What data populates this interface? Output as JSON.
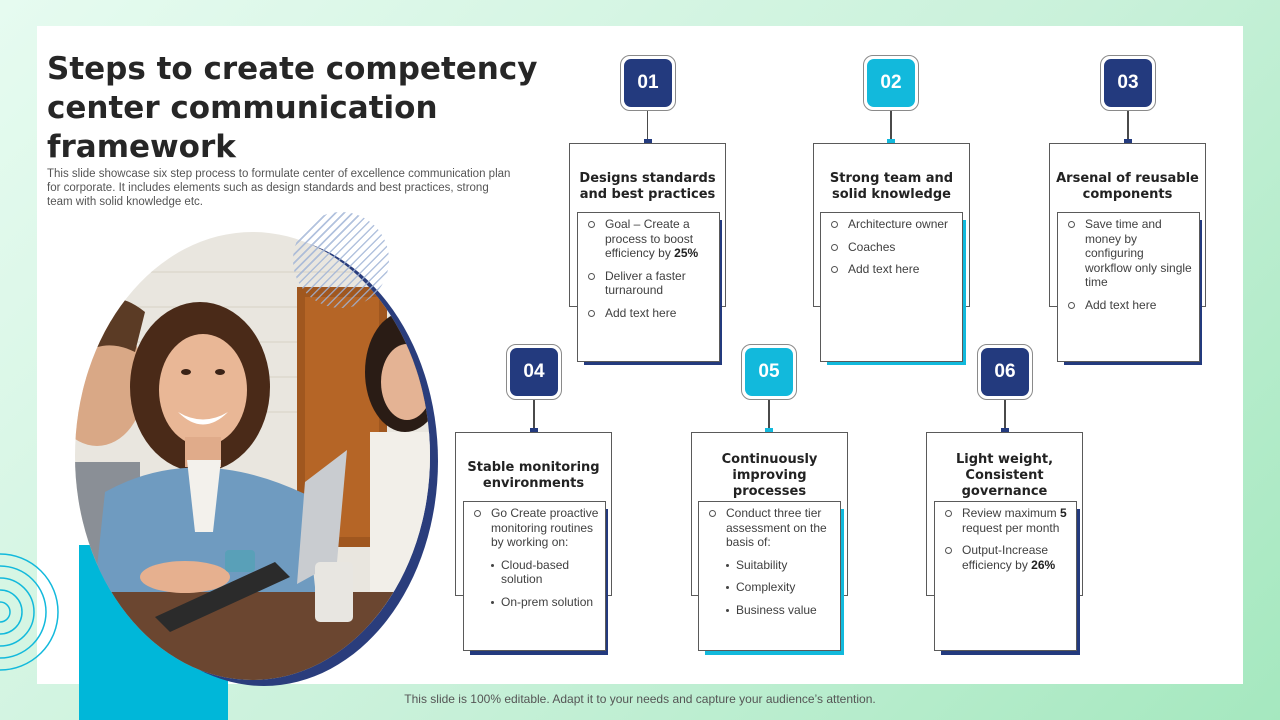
{
  "title": "Steps to create competency center communication framework",
  "subtitle": "This slide showcase six step process to formulate center of excellence communication plan for corporate. It includes elements such as design standards and best practices, strong team with solid knowledge etc.",
  "footer": "This slide is 100% editable. Adapt it to your needs and capture your audience’s attention.",
  "colors": {
    "navy": "#233a7e",
    "cyan": "#12b9dc"
  },
  "steps": [
    {
      "number": "01",
      "title": "Designs standards and best practices",
      "b1_pre": "Goal – Create a process to boost efficiency by ",
      "b1_strong": "25%",
      "b2": "Deliver a faster turnaround",
      "b3": "Add text here"
    },
    {
      "number": "02",
      "title": "Strong team and solid knowledge",
      "b1": "Architecture owner",
      "b2": "Coaches",
      "b3": "Add text here"
    },
    {
      "number": "03",
      "title": "Arsenal of reusable components",
      "b1": "Save time and money by configuring workflow only single time",
      "b2": "Add text here"
    },
    {
      "number": "04",
      "title": "Stable monitoring environments",
      "b1": "Go Create proactive monitoring routines by working on:",
      "sub1": "Cloud-based solution",
      "sub2": "On-prem solution"
    },
    {
      "number": "05",
      "title": "Continuously improving processes",
      "b1": "Conduct three tier assessment on the basis of:",
      "sub1": "Suitability",
      "sub2": "Complexity",
      "sub3": "Business value"
    },
    {
      "number": "06",
      "title": "Light weight, Consistent governance",
      "b1_pre": "Review maximum ",
      "b1_strong": "5",
      "b1_post": " request per month",
      "b2_pre": "Output-Increase efficiency by ",
      "b2_strong": "26%"
    }
  ]
}
